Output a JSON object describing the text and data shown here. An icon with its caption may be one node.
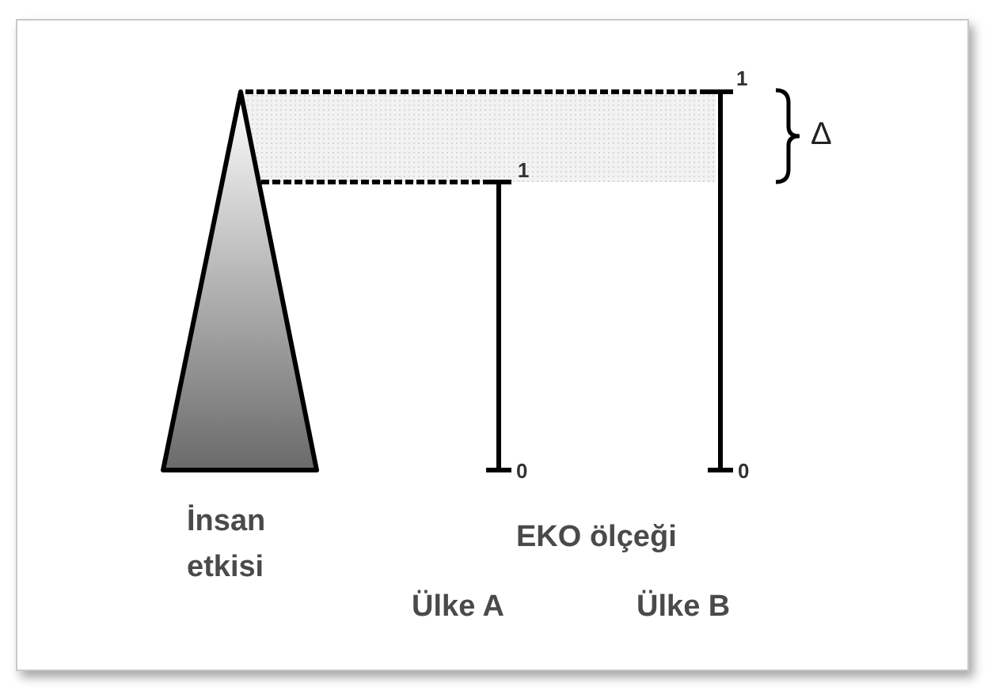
{
  "diagram": {
    "labels": [
      "1",
      "Δ",
      "1",
      "0",
      "0",
      "İnsan etkisi",
      "EKO ölçeği",
      "Ülke A",
      "Ülke B"
    ]
  }
}
